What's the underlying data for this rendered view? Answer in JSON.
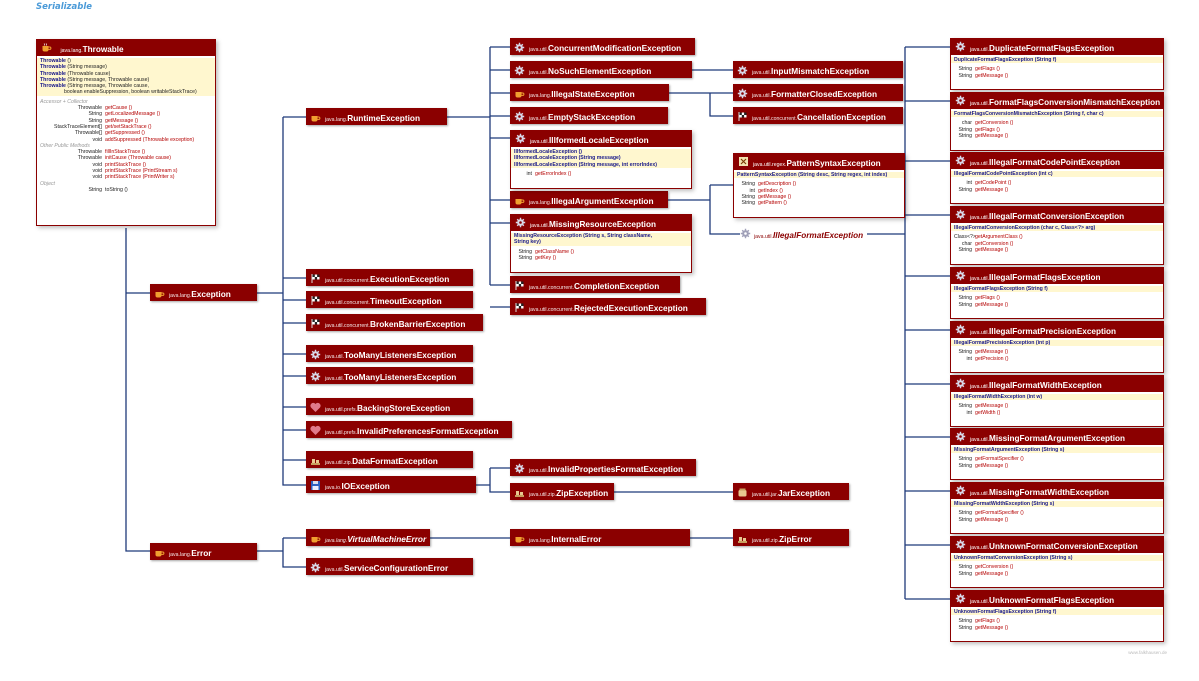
{
  "title": "Serializable",
  "watermark": "www.falkhausen.de",
  "icons": {
    "throwable": "coffee-cup-icon",
    "runtime": "coffee-cup-icon",
    "exception": "coffee-cup-icon",
    "error": "coffee-cup-icon",
    "util": "gear-icon",
    "concurrent": "checkered-flag-icon",
    "prefs": "heart-icon",
    "zip": "archive-icon",
    "io": "floppy-disk-icon",
    "regex": "regex-icon",
    "jar": "jar-icon"
  },
  "colors": {
    "box": "#8b0000",
    "wire": "#1f3a7a",
    "ctorband": "#fff7cf",
    "method": "#b40000",
    "ctor": "#1a1a8a"
  },
  "throwable": {
    "pkg": "java.lang.",
    "name": "Throwable",
    "ctors": [
      {
        "name": "Throwable",
        "args": "()"
      },
      {
        "name": "Throwable",
        "args": "(String message)"
      },
      {
        "name": "Throwable",
        "args": "(Throwable cause)"
      },
      {
        "name": "Throwable",
        "args": "(String message, Throwable cause)"
      },
      {
        "name": "Throwable",
        "args": "(String message, Throwable cause,"
      }
    ],
    "ctor_cont": "boolean enableSuppression, boolean writableStackTrace)",
    "sec_accessors": "Accessor + Collector",
    "accessors": [
      {
        "t": "Throwable",
        "n": "getCause ()",
        "red": true
      },
      {
        "t": "String",
        "n": "getLocalizedMessage ()",
        "red": true
      },
      {
        "t": "String",
        "n": "getMessage ()",
        "red": true
      },
      {
        "t": "StackTraceElement[]",
        "n": "get/setStackTrace ()",
        "red": true
      },
      {
        "t": "Throwable[]",
        "n": "getSuppressed ()",
        "red": true
      },
      {
        "t": "void",
        "n": "addSuppressed (Throwable exception)",
        "red": true
      }
    ],
    "sec_other": "Other Public Methods",
    "others": [
      {
        "t": "Throwable",
        "n": "fillInStackTrace ()",
        "red": true
      },
      {
        "t": "Throwable",
        "n": "initCause (Throwable cause)",
        "red": true
      },
      {
        "t": "void",
        "n": "printStackTrace ()",
        "red": true
      },
      {
        "t": "void",
        "n": "printStackTrace (PrintStream s)",
        "red": true
      },
      {
        "t": "void",
        "n": "printStackTrace (PrintWriter s)",
        "red": true
      }
    ],
    "sec_object": "Object",
    "object": [
      {
        "t": "String",
        "n": "toString ()",
        "red": false
      }
    ]
  },
  "boxes": {
    "exception": {
      "pkg": "java.lang.",
      "name": "Exception"
    },
    "error": {
      "pkg": "java.lang.",
      "name": "Error"
    },
    "runtime": {
      "pkg": "java.lang.",
      "name": "RuntimeException"
    },
    "execution": {
      "pkg": "java.util.concurrent.",
      "name": "ExecutionException"
    },
    "timeout": {
      "pkg": "java.util.concurrent.",
      "name": "TimeoutException"
    },
    "brokenbarrier": {
      "pkg": "java.util.concurrent.",
      "name": "BrokenBarrierException"
    },
    "toomany1": {
      "pkg": "java.util.",
      "name": "TooManyListenersException"
    },
    "toomany2": {
      "pkg": "java.util.",
      "name": "TooManyListenersException"
    },
    "backingstore": {
      "pkg": "java.util.prefs.",
      "name": "BackingStoreException"
    },
    "invalidprefs": {
      "pkg": "java.util.prefs.",
      "name": "InvalidPreferencesFormatException"
    },
    "dataformat": {
      "pkg": "java.util.zip.",
      "name": "DataFormatException"
    },
    "ioexception": {
      "pkg": "java.io.",
      "name": "IOException"
    },
    "vmerror": {
      "pkg": "java.lang.",
      "name": "VirtualMachineError"
    },
    "serviceconfig": {
      "pkg": "java.util.",
      "name": "ServiceConfigurationError"
    },
    "concmod": {
      "pkg": "java.util.",
      "name": "ConcurrentModificationException"
    },
    "nosuch": {
      "pkg": "java.util.",
      "name": "NoSuchElementException"
    },
    "illegalstate": {
      "pkg": "java.lang.",
      "name": "IllegalStateException"
    },
    "emptystack": {
      "pkg": "java.util.",
      "name": "EmptyStackException"
    },
    "illegalarg": {
      "pkg": "java.lang.",
      "name": "IllegalArgumentException"
    },
    "completion": {
      "pkg": "java.util.concurrent.",
      "name": "CompletionException"
    },
    "rejected": {
      "pkg": "java.util.concurrent.",
      "name": "RejectedExecutionException"
    },
    "invalidprops": {
      "pkg": "java.util.",
      "name": "InvalidPropertiesFormatException"
    },
    "zipexc": {
      "pkg": "java.util.zip.",
      "name": "ZipException"
    },
    "internalerror": {
      "pkg": "java.lang.",
      "name": "InternalError"
    },
    "inputmismatch": {
      "pkg": "java.util.",
      "name": "InputMismatchException"
    },
    "formatterclosed": {
      "pkg": "java.util.",
      "name": "FormatterClosedException"
    },
    "cancellation": {
      "pkg": "java.util.concurrent.",
      "name": "CancellationException"
    },
    "jarexc": {
      "pkg": "java.util.jar.",
      "name": "JarException"
    },
    "ziperror": {
      "pkg": "java.util.zip.",
      "name": "ZipError"
    },
    "illegalformat": {
      "pkg": "java.util.",
      "name": "IllegalFormatException"
    }
  },
  "panels": {
    "illformedlocale": {
      "pkg": "java.util.",
      "name": "IllformedLocaleException",
      "ctors": [
        "IllformedLocaleException ()",
        "IllformedLocaleException (String message)",
        "IllformedLocaleException (String message, int errorIndex)"
      ],
      "methods": [
        {
          "t": "int",
          "n": "getErrorIndex ()"
        }
      ]
    },
    "missingresource": {
      "pkg": "java.util.",
      "name": "MissingResourceException",
      "ctors": [
        "MissingResourceException (String s, String className,",
        "    String key)"
      ],
      "methods": [
        {
          "t": "String",
          "n": "getClassName ()"
        },
        {
          "t": "String",
          "n": "getKey ()"
        }
      ]
    },
    "patternsyntax": {
      "pkg": "java.util.regex.",
      "name": "PatternSyntaxException",
      "ctors": [
        "PatternSyntaxException (String desc, String regex, int index)"
      ],
      "methods": [
        {
          "t": "String",
          "n": "getDescription ()"
        },
        {
          "t": "int",
          "n": "getIndex ()"
        },
        {
          "t": "String",
          "n": "getMessage ()"
        },
        {
          "t": "String",
          "n": "getPattern ()"
        }
      ]
    },
    "dupflags": {
      "pkg": "java.util.",
      "name": "DuplicateFormatFlagsException",
      "ctors": [
        "DuplicateFormatFlagsException (String f)"
      ],
      "methods": [
        {
          "t": "String",
          "n": "getFlags ()"
        },
        {
          "t": "String",
          "n": "getMessage ()"
        }
      ]
    },
    "flagsconv": {
      "pkg": "java.util.",
      "name": "FormatFlagsConversionMismatchException",
      "ctors": [
        "FormatFlagsConversionMismatchException (String f, char c)"
      ],
      "methods": [
        {
          "t": "char",
          "n": "getConversion ()"
        },
        {
          "t": "String",
          "n": "getFlags ()"
        },
        {
          "t": "String",
          "n": "getMessage ()"
        }
      ]
    },
    "codepoint": {
      "pkg": "java.util.",
      "name": "IllegalFormatCodePointException",
      "ctors": [
        "IllegalFormatCodePointException (int c)"
      ],
      "methods": [
        {
          "t": "int",
          "n": "getCodePoint ()"
        },
        {
          "t": "String",
          "n": "getMessage ()"
        }
      ]
    },
    "illconv": {
      "pkg": "java.util.",
      "name": "IllegalFormatConversionException",
      "ctors": [
        "IllegalFormatConversionException (char c, Class<?> arg)"
      ],
      "methods": [
        {
          "t": "Class<?>",
          "n": "getArgumentClass ()"
        },
        {
          "t": "char",
          "n": "getConversion ()"
        },
        {
          "t": "String",
          "n": "getMessage ()"
        }
      ]
    },
    "illflags": {
      "pkg": "java.util.",
      "name": "IllegalFormatFlagsException",
      "ctors": [
        "IllegalFormatFlagsException (String f)"
      ],
      "methods": [
        {
          "t": "String",
          "n": "getFlags ()"
        },
        {
          "t": "String",
          "n": "getMessage ()"
        }
      ]
    },
    "illprecision": {
      "pkg": "java.util.",
      "name": "IllegalFormatPrecisionException",
      "ctors": [
        "IllegalFormatPrecisionException (int p)"
      ],
      "methods": [
        {
          "t": "String",
          "n": "getMessage ()"
        },
        {
          "t": "int",
          "n": "getPrecision ()"
        }
      ]
    },
    "illwidth": {
      "pkg": "java.util.",
      "name": "IllegalFormatWidthException",
      "ctors": [
        "IllegalFormatWidthException (int w)"
      ],
      "methods": [
        {
          "t": "String",
          "n": "getMessage ()"
        },
        {
          "t": "int",
          "n": "getWidth ()"
        }
      ]
    },
    "missingarg": {
      "pkg": "java.util.",
      "name": "MissingFormatArgumentException",
      "ctors": [
        "MissingFormatArgumentException (String s)"
      ],
      "methods": [
        {
          "t": "String",
          "n": "getFormatSpecifier ()"
        },
        {
          "t": "String",
          "n": "getMessage ()"
        }
      ]
    },
    "missingwidth": {
      "pkg": "java.util.",
      "name": "MissingFormatWidthException",
      "ctors": [
        "MissingFormatWidthException (String s)"
      ],
      "methods": [
        {
          "t": "String",
          "n": "getFormatSpecifier ()"
        },
        {
          "t": "String",
          "n": "getMessage ()"
        }
      ]
    },
    "unkconv": {
      "pkg": "java.util.",
      "name": "UnknownFormatConversionException",
      "ctors": [
        "UnknownFormatConversionException (String s)"
      ],
      "methods": [
        {
          "t": "String",
          "n": "getConversion ()"
        },
        {
          "t": "String",
          "n": "getMessage ()"
        }
      ]
    },
    "unkflags": {
      "pkg": "java.util.",
      "name": "UnknownFormatFlagsException",
      "ctors": [
        "UnknownFormatFlagsException (String f)"
      ],
      "methods": [
        {
          "t": "String",
          "n": "getFlags ()"
        },
        {
          "t": "String",
          "n": "getMessage ()"
        }
      ]
    }
  }
}
